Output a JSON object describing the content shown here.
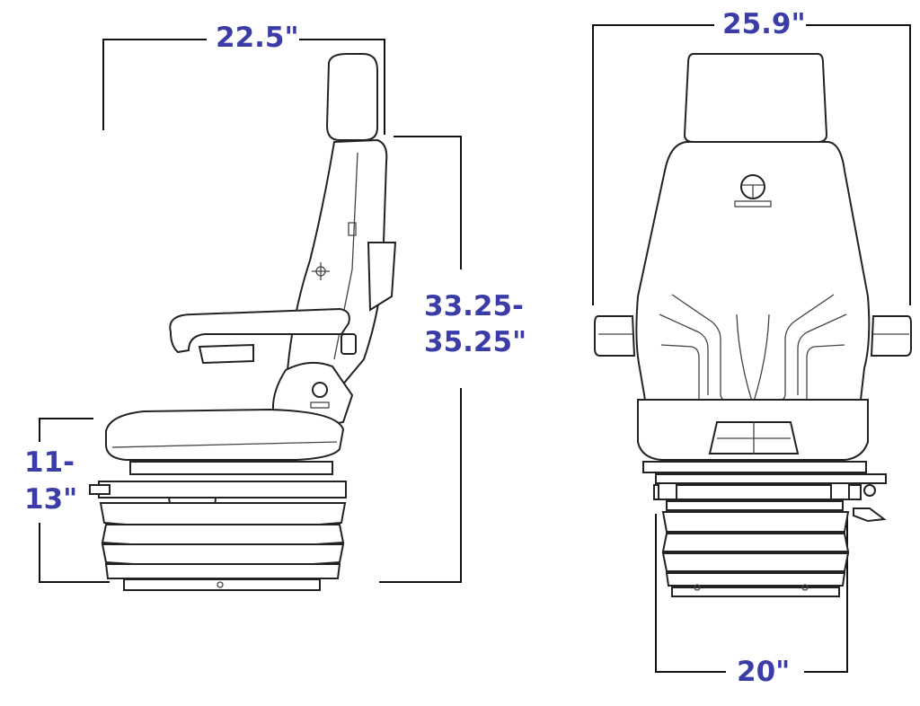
{
  "dimensions": {
    "side_width": "22.5\"",
    "side_height_line1": "33.25-",
    "side_height_line2": "35.25\"",
    "side_seat_line1": "11-",
    "side_seat_line2": "13\"",
    "front_width": "25.9\"",
    "front_base_width": "20\""
  },
  "colors": {
    "dimension_text": "#3c3ca8",
    "lines": "#222222",
    "background": "#ffffff"
  }
}
